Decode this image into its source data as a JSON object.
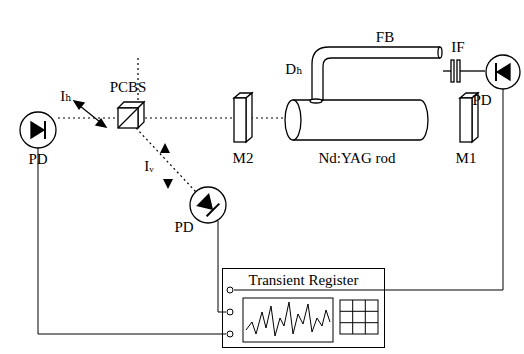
{
  "diagram": {
    "nodes": [
      {
        "text": [
          "Transient Register"
        ]
      }
    ],
    "labels": [
      "FB",
      "IF",
      "Dₕ",
      "PCBS",
      "Iₕ",
      "Iᵥ",
      "M2",
      "Nd:YAG rod",
      "M1",
      "PD",
      "PD",
      "PD"
    ]
  }
}
